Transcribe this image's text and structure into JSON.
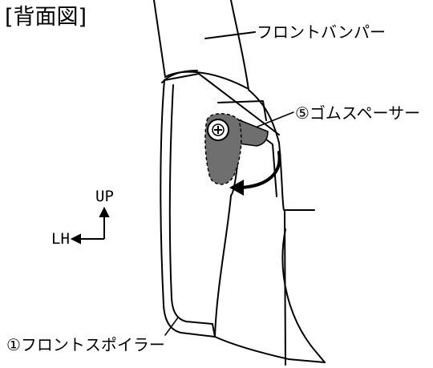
{
  "title": "[背面図]",
  "callouts": {
    "front_bumper": "フロントバンパー",
    "rubber_spacer": "⑤ゴムスペーサー",
    "front_spoiler": "①フロントスポイラー"
  },
  "directions": {
    "up": "UP",
    "lh": "LH"
  },
  "colors": {
    "line": "#000000",
    "spacer_fill": "#6f6f6f",
    "background": "#ffffff"
  }
}
